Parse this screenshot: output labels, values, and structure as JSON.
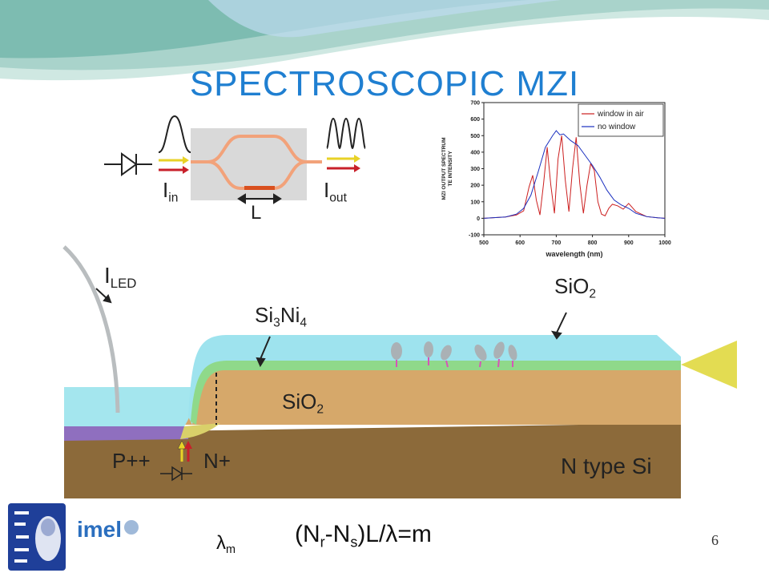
{
  "slide": {
    "title": "SPECTROSCOPIC MZI",
    "page_number": "6"
  },
  "mzi_schematic": {
    "label_in_main": "I",
    "label_in_sub": "in",
    "label_out_main": "I",
    "label_out_sub": "out",
    "label_length": "L"
  },
  "device": {
    "iled_main": "I",
    "iled_sub": "LED",
    "si3n4_a": "Si",
    "si3n4_b": "3",
    "si3n4_c": "Ni",
    "si3n4_d": "4",
    "sio2_top_main": "SiO",
    "sio2_top_sub": "2",
    "sio2_mid_main": "SiO",
    "sio2_mid_sub": "2",
    "p_label": "P++",
    "n_label": "N+",
    "substrate_label": "N type Si"
  },
  "formula": {
    "lambda_main": "λ",
    "lambda_sub": "m",
    "f1": "(N",
    "f2": "r",
    "f3": "-N",
    "f4": "s",
    "f5": ")L/λ=m"
  },
  "chart_data": {
    "type": "line",
    "xlabel": "wavelength (nm)",
    "ylabel_line1": "MZI OUTPUT SPECTRUM",
    "ylabel_line2": "TE INTENSITY",
    "xlim": [
      500,
      1000
    ],
    "ylim": [
      -100,
      700
    ],
    "xticks": [
      "500",
      "600",
      "700",
      "800",
      "900",
      "1000"
    ],
    "yticks": [
      "-100",
      "0",
      "100",
      "200",
      "300",
      "400",
      "500",
      "600",
      "700"
    ],
    "legend_position": "top-right",
    "series": [
      {
        "name": "window in air",
        "color": "#cc1f1f",
        "x": [
          500,
          560,
          590,
          610,
          625,
          635,
          645,
          655,
          665,
          675,
          685,
          695,
          705,
          715,
          725,
          735,
          745,
          755,
          765,
          775,
          785,
          795,
          805,
          815,
          825,
          835,
          845,
          855,
          870,
          885,
          900,
          920,
          950,
          980,
          1000
        ],
        "y": [
          0,
          8,
          20,
          45,
          190,
          260,
          110,
          20,
          210,
          430,
          200,
          30,
          360,
          500,
          230,
          40,
          300,
          490,
          210,
          30,
          200,
          330,
          290,
          100,
          25,
          15,
          60,
          85,
          75,
          55,
          90,
          40,
          10,
          3,
          0
        ]
      },
      {
        "name": "no window",
        "color": "#1a2fbf",
        "x": [
          500,
          560,
          590,
          610,
          630,
          650,
          670,
          690,
          700,
          710,
          720,
          740,
          760,
          780,
          800,
          820,
          840,
          860,
          880,
          900,
          920,
          950,
          980,
          1000
        ],
        "y": [
          0,
          8,
          25,
          60,
          140,
          280,
          430,
          500,
          530,
          505,
          510,
          470,
          440,
          380,
          320,
          250,
          170,
          110,
          80,
          60,
          30,
          10,
          3,
          0
        ]
      }
    ]
  }
}
